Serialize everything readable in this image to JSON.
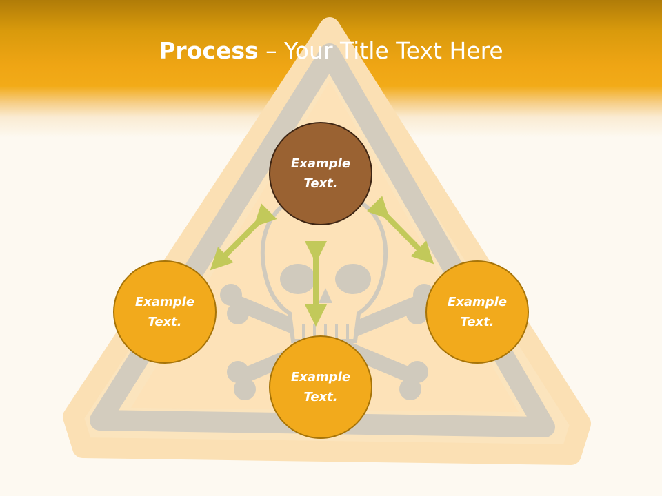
{
  "slide": {
    "title_strong": "Process",
    "title_dash": " – ",
    "title_rest": "Your Title Text Here"
  },
  "diagram": {
    "nodes": [
      {
        "id": "top",
        "label": "Example Text.",
        "color": "#9a6232"
      },
      {
        "id": "left",
        "label": "Example Text.",
        "color": "#f2aa1c"
      },
      {
        "id": "right",
        "label": "Example Text.",
        "color": "#f2aa1c"
      },
      {
        "id": "bottom",
        "label": "Example Text.",
        "color": "#f2aa1c"
      }
    ],
    "connections": [
      {
        "from": "top",
        "to": "left",
        "type": "bidirectional"
      },
      {
        "from": "top",
        "to": "right",
        "type": "bidirectional"
      },
      {
        "from": "top",
        "to": "bottom",
        "type": "bidirectional"
      }
    ],
    "arrow_color": "#c2c95a",
    "background_image": "hazard-warning-skull-and-crossbones-icon"
  }
}
